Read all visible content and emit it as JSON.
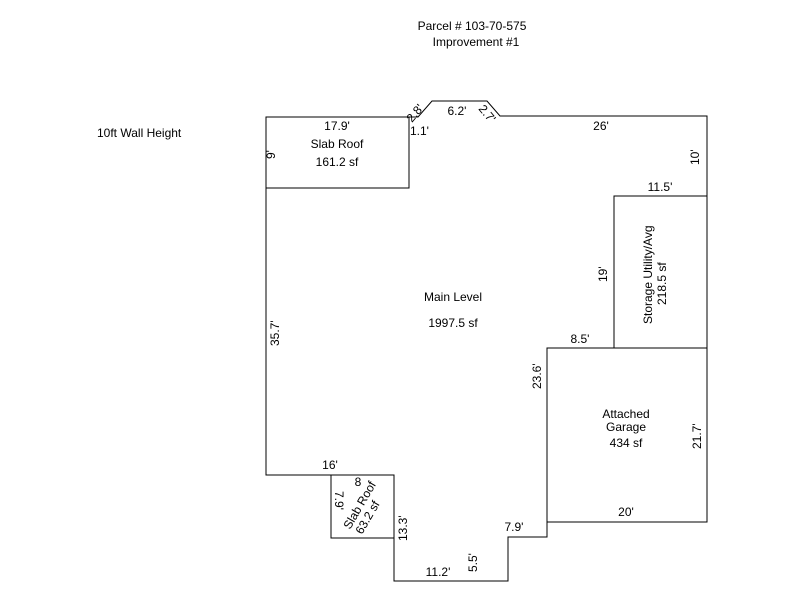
{
  "header": {
    "parcel": "Parcel # 103-70-575",
    "improvement": "Improvement #1"
  },
  "wall_height_note": "10ft Wall Height",
  "areas": {
    "slab_roof_top": {
      "name": "Slab Roof",
      "area": "161.2 sf"
    },
    "main_level": {
      "name": "Main Level",
      "area": "1997.5 sf"
    },
    "storage": {
      "name": "Storage Utility/Avg",
      "area": "218.5 sf"
    },
    "garage": {
      "name_line1": "Attached",
      "name_line2": "Garage",
      "area": "434 sf"
    },
    "slab_roof_bottom": {
      "name": "Slab Roof",
      "area": "63.2 sf"
    }
  },
  "dimensions": {
    "slab_top_width": "17.9'",
    "slab_top_height": "9'",
    "step_1_1": "1.1'",
    "bay_left": "2.8'",
    "bay_mid": "6.2'",
    "bay_right": "2.7'",
    "top_right": "26'",
    "right_upper": "10'",
    "storage_width": "11.5'",
    "storage_height": "19'",
    "storage_bottom": "8.5'",
    "left_side": "35.7'",
    "garage_left": "23.6'",
    "garage_right": "21.7'",
    "garage_bottom": "20'",
    "left_bottom": "16'",
    "slab_bottom_top": "8",
    "slab_bottom_side": "7.9'",
    "slab_bottom_right": "13.3'",
    "bottom_step": "7.9'",
    "bottom_rise": "5.5'",
    "bottom_width": "11.2'"
  }
}
